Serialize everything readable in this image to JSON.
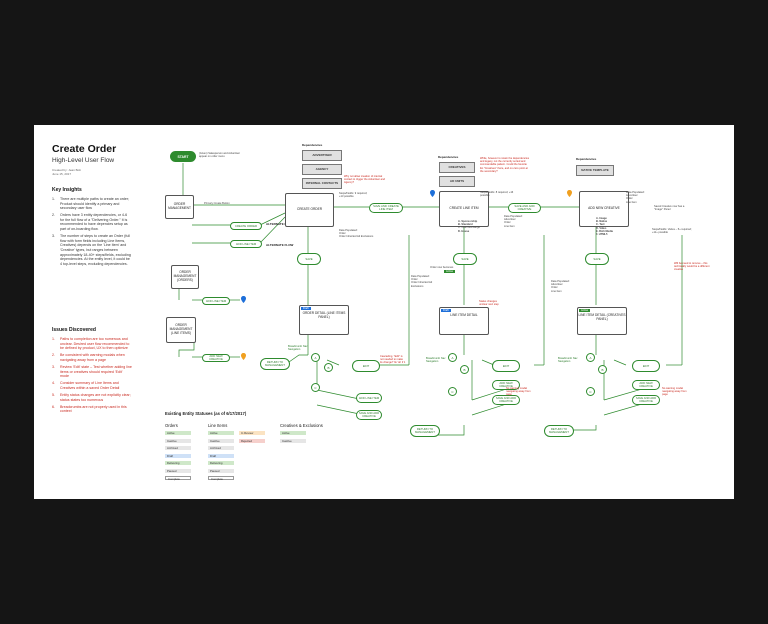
{
  "page": {
    "title": "Create Order",
    "subtitle": "High-Level User Flow",
    "meta": [
      "Created by: Jean Bob",
      "June 15, 2017"
    ]
  },
  "insights": {
    "heading": "Key Insights",
    "items": [
      "There are multiple paths to create an order; Product should identify a primary and secondary user flow",
      "Orders have 3 entity dependencies, or 4-6 for the full flow of a \"Delivering Order.\" It is recommended to have depencies setup as part of on-boarding flow.",
      "The number of steps to create an Order (full flow with form fields including Line Items, Creatives) depends on the 'Line Item' and 'Creative' types, but ranges between approximately 18-40+ steps/fields, excluding dependencies. At the entity level, it could be 4 top-level steps, excluding dependencies."
    ]
  },
  "issues": {
    "heading": "Issues Discovered",
    "items": [
      "Paths to completion are too numerous and unclear. Desired user flow recommended to be defined by product, UX to then optimize",
      "Be consistent with warning modals when navigating away from a page",
      "Review 'Edit' state – Test whether adding line items or creatives should required 'Edit' mode",
      "Consider summary of Line Items and Creatives within a saved Order Detail",
      "Entity status changes are not explicitly clear; status states too numerous",
      "Breadcrumbs are not properly used in this context"
    ]
  },
  "flow": {
    "start": "START",
    "start_note": "(Given) Salesperson and Advertiser appear on order menu",
    "dependency_heads": [
      "Dependencies",
      "Dependencies",
      "Dependencies"
    ],
    "order_deps": [
      "ADVERTISER",
      "AGENCY",
      "INTERNAL CONTACTS"
    ],
    "li_deps": [
      "CREATIVES",
      "AD UNITS"
    ],
    "cr_deps": [
      "NATIVE TEMPLATE"
    ],
    "order_mgmt": "ORDER MANAGEMENT",
    "order_mgmt_orders": "ORDER MANAGEMENT (ORDERS)",
    "order_mgmt_li": "ORDER MANAGEMENT (LINE ITEMS)",
    "create_order": "CREATE ORDER",
    "create_line_item": "CREATE LINE ITEM",
    "add_new_creative": "ADD NEW CREATIVE",
    "order_detail": "ORDER DETAIL (LINE ITEMS PANEL)",
    "li_detail": "LINE ITEM DETAIL",
    "li_detail_panel": "LINE ITEM DETAIL (CREATIVES PANEL)",
    "save": "SAVE",
    "edit": "EDIT",
    "add_line_item": "ADD LINE ITEM",
    "add_new_creative_pill": "ADD NEW CREATIVE",
    "save_add_line_item": "SAVE AND CREATE LINE ITEM",
    "save_add_creative": "SAVE AND ADD CREATIVE",
    "return_to_mgmt": "RETURN TO MANAGEMENT",
    "draft": "Draft",
    "active": "Active",
    "li_types": [
      "A. Sponsorship",
      "B. Standard",
      "C. Open Exchange",
      "D. House"
    ],
    "cr_types": [
      "A. Image",
      "B. Native",
      "C. Text",
      "D. Video",
      "E. Rich Media",
      "F. HTML5"
    ],
    "alt_flow_1": "ALTERNATE FLOW",
    "alt_flow_2": "ALTERNATE FLOW",
    "primary_btn": "Primary Create Button",
    "data_populated": "Data Populated:",
    "order_populated": [
      "Order",
      "Order Inherited Ad Exclusions"
    ],
    "li_populated": [
      "Advertiser",
      "Order",
      "Line Item"
    ],
    "cr_populated": [
      "Advertiser",
      "Order",
      "Line Item"
    ],
    "steps_fields_1": "Steps/Fields: 9 required; +13 possible",
    "steps_fields_2": "Steps/Fields: 8 required; +16 possible",
    "steps_fields_3": "Steps/Fields: Varies – 5+ required; +11+ possible",
    "note_red_1": "Why not allow creation of internal contact to trigger the Advertiser and Agency?",
    "note_red_2": "While, however to retain the dependencies and legacy, not the currently sorted and commandable pattern. Could the favorite list \"Creatives\" there, and on-zero point at the secondary?",
    "note_red_3": "Will be need to remove – this technically would be a different creative",
    "note_red_4": "Cascading, \"Edit\" is not needed to make its change? Its 'ok' if 1",
    "note_red_5": "No warning modal navigating away from page",
    "note_red_6": "Status changes unclear next step",
    "saved_creative": "Saved Creative now has a \"Image\" Panel",
    "order_now_active": "Order now becomes",
    "breadcrumb_nav": "Breadcrumb Nav Navigation"
  },
  "legend": {
    "heading": "Existing Entity Statuses (as of 6/17/2017)",
    "columns": [
      {
        "title": "Orders",
        "items": [
          "Active",
          "Inactive",
          "Archived",
          "Draft",
          "Delivering",
          "Paused",
          "Complete"
        ]
      },
      {
        "title": "Line Items",
        "items": [
          "Active",
          "Inactive",
          "Archived",
          "Draft",
          "Delivering",
          "Paused",
          "Complete"
        ]
      },
      {
        "title": "",
        "items": [
          "In Review",
          "Rejected"
        ]
      },
      {
        "title": "Creatives & Exclusions",
        "items": [
          "Active",
          "Inactive"
        ]
      }
    ],
    "colors": {
      "Active": "#cfe8c9",
      "Inactive": "#e6e6e6",
      "Archived": "#e6e6e6",
      "Draft": "#cfe1f7",
      "Delivering": "#cfe8c9",
      "Paused": "#e6e6e6",
      "Complete": "#ffffff",
      "In Review": "#fbe3c2",
      "Rejected": "#f6d0cc"
    }
  },
  "colors": {
    "accent_green": "#2e8b2e",
    "alert_red": "#c8281e",
    "draft_blue": "#1e6fd9",
    "pin_blue": "#1e6fd9",
    "pin_orange": "#f0a020"
  }
}
